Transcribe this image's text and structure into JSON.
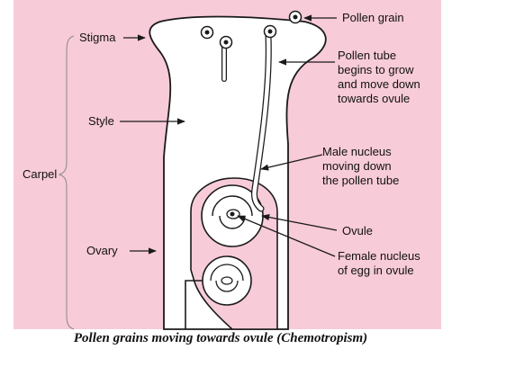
{
  "labels": {
    "pollen_grain": "Pollen grain",
    "stigma": "Stigma",
    "style": "Style",
    "carpel": "Carpel",
    "ovary": "Ovary",
    "pollen_tube": [
      "Pollen tube",
      "begins to grow",
      "and move down",
      "towards ovule"
    ],
    "male_nucleus": [
      "Male nucleus",
      "moving down",
      "the pollen tube"
    ],
    "ovule": "Ovule",
    "female_nucleus": [
      "Female nucleus",
      "of egg in ovule"
    ]
  },
  "caption": "Pollen grains moving towards ovule (Chemotropism)",
  "colors": {
    "background": "#f7cbd8",
    "carpel_fill": "#ffffff",
    "stroke": "#1a1a1a"
  }
}
